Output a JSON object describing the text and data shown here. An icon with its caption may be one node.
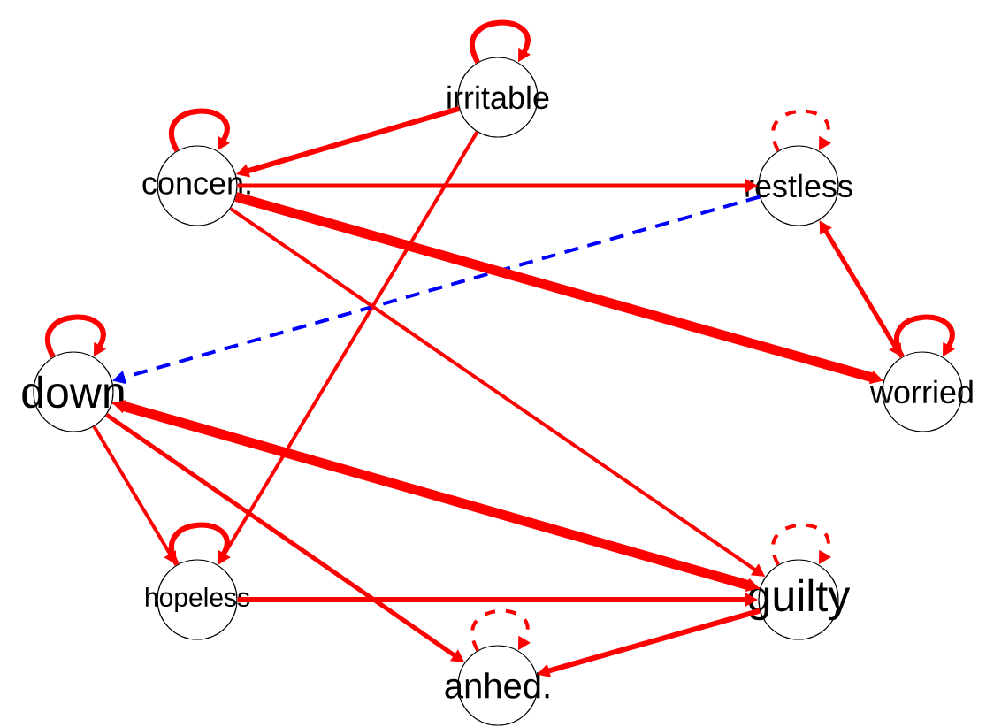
{
  "diagram": {
    "nodes": [
      {
        "text": [
          "irritable"
        ]
      },
      {
        "text": [
          "concen."
        ]
      },
      {
        "text": [
          "restless"
        ]
      },
      {
        "text": [
          "worried"
        ]
      },
      {
        "text": [
          "down"
        ]
      },
      {
        "text": [
          "hopeless"
        ]
      },
      {
        "text": [
          "guilty"
        ]
      },
      {
        "text": [
          "anhed."
        ]
      }
    ],
    "edges": [
      {
        "from": 0,
        "to": 1,
        "arrow": "to"
      },
      {
        "from": 0,
        "to": 5,
        "arrow": "to"
      },
      {
        "from": 1,
        "to": 2,
        "arrow": "to"
      },
      {
        "from": 2,
        "to": 4,
        "arrow": "to",
        "style": "dashed",
        "color": "#0000ff"
      },
      {
        "from": 1,
        "to": 3,
        "arrow": "to",
        "style": "thick"
      },
      {
        "from": 1,
        "to": 6,
        "arrow": "to"
      },
      {
        "from": 3,
        "to": 2,
        "arrow": "both"
      },
      {
        "from": 4,
        "to": 6,
        "arrow": "both",
        "style": "thick"
      },
      {
        "from": 4,
        "to": 6,
        "arrow": "none"
      },
      {
        "from": 4,
        "to": 5,
        "arrow": "to"
      },
      {
        "from": 4,
        "to": 7,
        "arrow": "to"
      },
      {
        "from": 5,
        "to": 6,
        "arrow": "to"
      },
      {
        "from": 6,
        "to": 7,
        "arrow": "to"
      },
      {
        "from": 0,
        "to": 0,
        "arrow": "to"
      },
      {
        "from": 1,
        "to": 1,
        "arrow": "to"
      },
      {
        "from": 2,
        "to": 2,
        "arrow": "to",
        "style": "dashed"
      },
      {
        "from": 3,
        "to": 3,
        "arrow": "to"
      },
      {
        "from": 4,
        "to": 4,
        "arrow": "to"
      },
      {
        "from": 5,
        "to": 5,
        "arrow": "to"
      },
      {
        "from": 6,
        "to": 6,
        "arrow": "to",
        "style": "dashed"
      },
      {
        "from": 7,
        "to": 7,
        "arrow": "to",
        "style": "dashed"
      }
    ]
  }
}
